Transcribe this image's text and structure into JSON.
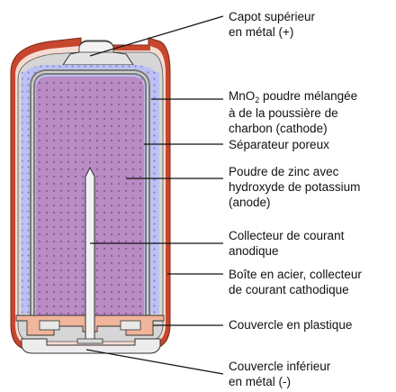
{
  "colors": {
    "casing": "#c8462e",
    "gap_fill": "#f3d3c8",
    "cathode_fill": "#b9bdf0",
    "anode_fill": "#b78ac2",
    "separator": "#8a8a8a",
    "metal": "#d9d9d9",
    "plastic": "#f1b79a",
    "outline": "#222222"
  },
  "labels": {
    "top_cap": {
      "line1": "Capot supérieur",
      "line2": "en métal (+)"
    },
    "cathode": {
      "mno": "MnO",
      "sub": "2",
      "line1_rest": " poudre mélangée",
      "line2": "à de la poussière de",
      "line3": "charbon (cathode)"
    },
    "separator": {
      "line1": "Séparateur poreux"
    },
    "anode": {
      "line1": "Poudre de zinc avec",
      "line2": "hydroxyde de potassium",
      "line3": "(anode)"
    },
    "anode_collector": {
      "line1": "Collecteur de courant",
      "line2": "anodique"
    },
    "steel_can": {
      "line1": "Boîte en acier, collecteur",
      "line2": "de courant cathodique"
    },
    "plastic_cover": {
      "line1": "Couvercle en plastique"
    },
    "bottom_cap": {
      "line1": "Couvercle inférieur",
      "line2": "en métal (-)"
    }
  }
}
